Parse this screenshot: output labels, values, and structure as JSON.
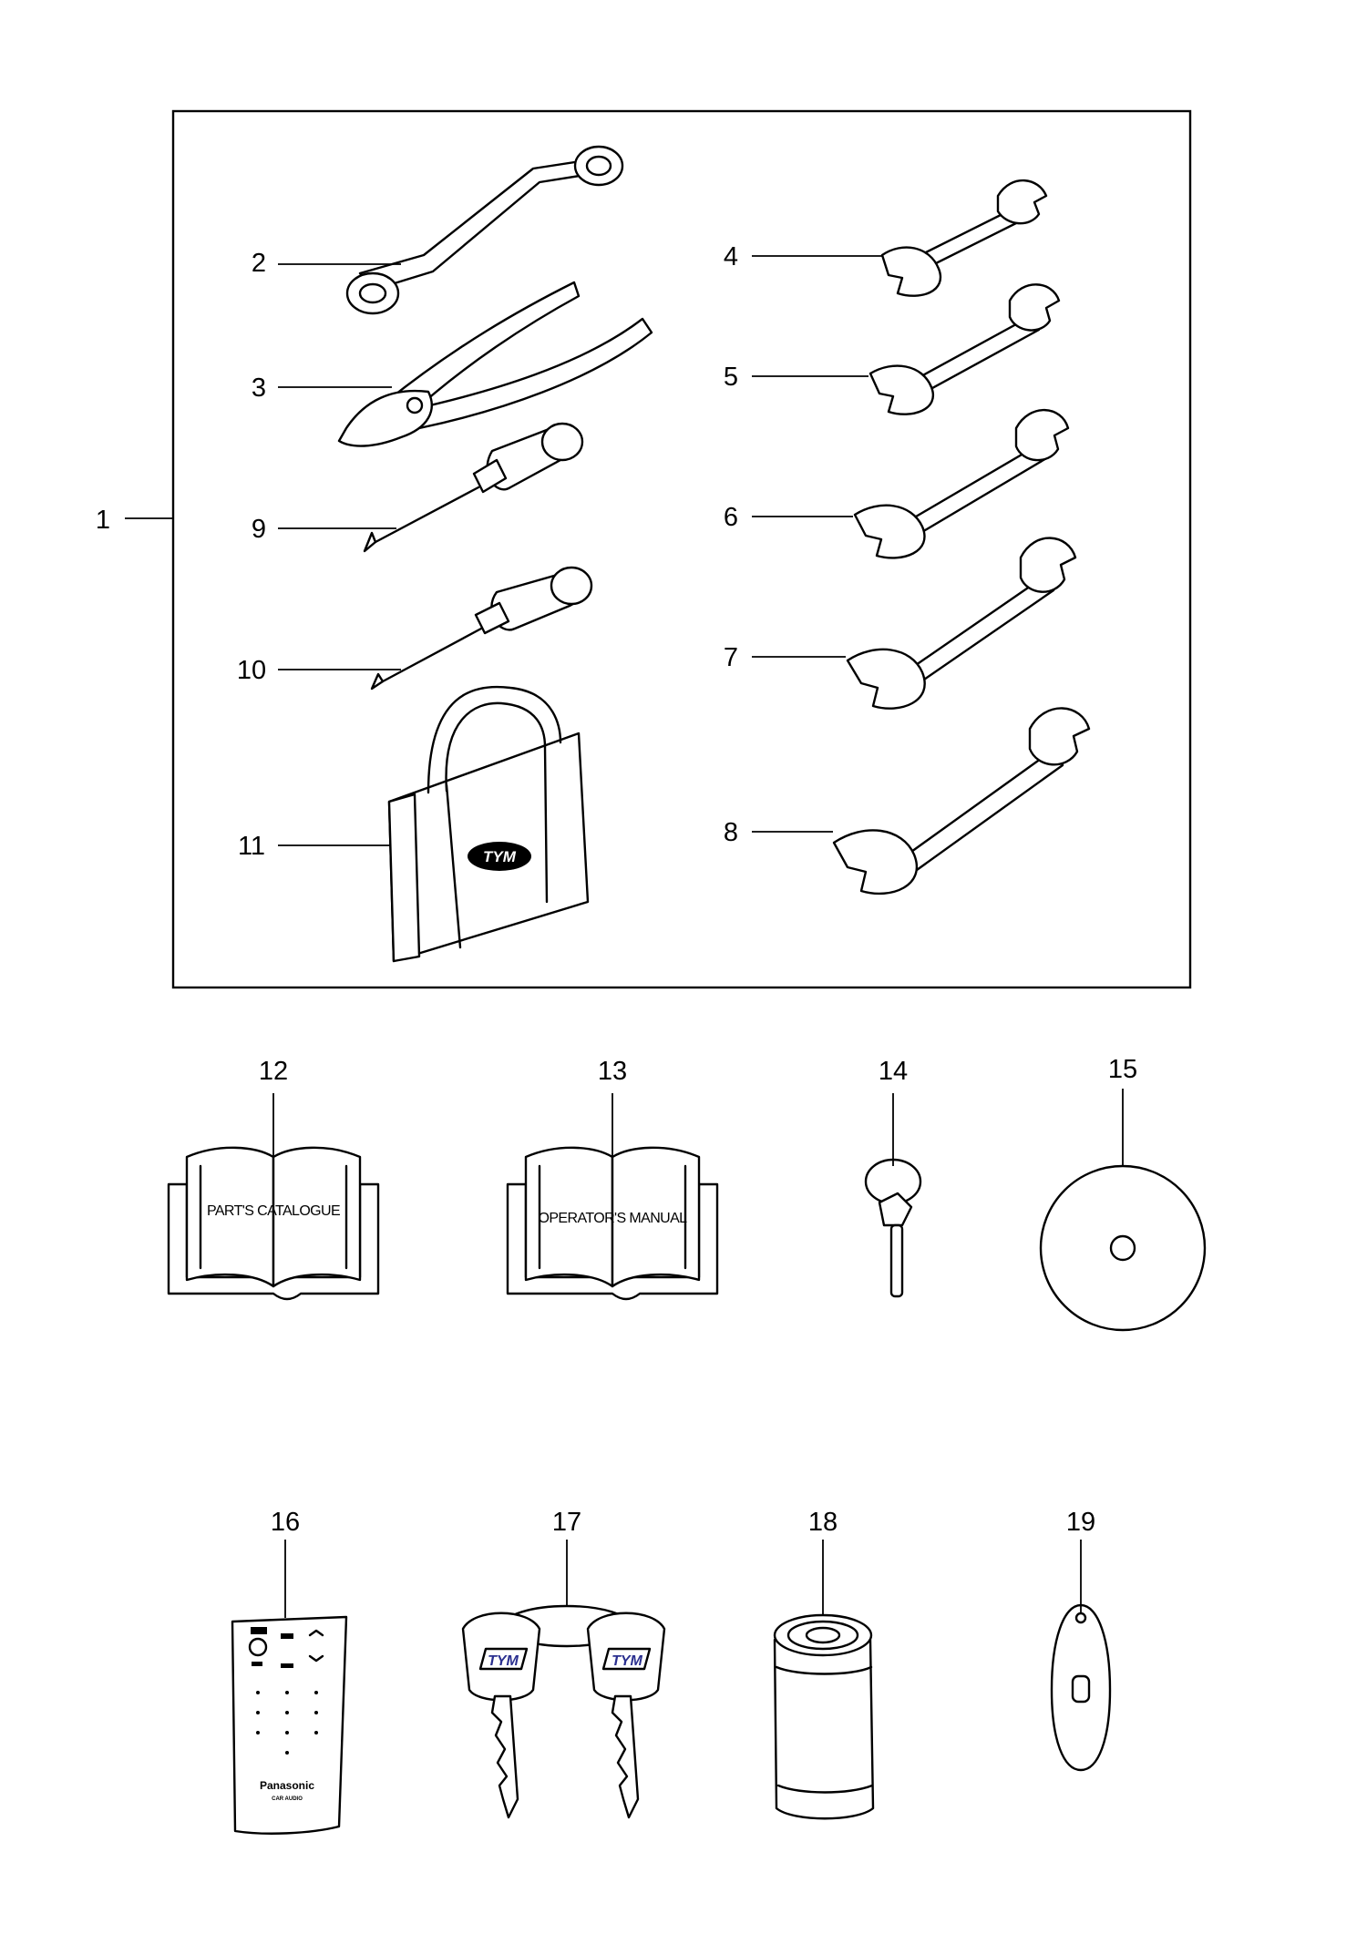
{
  "figure": {
    "callouts": {
      "c1": "1",
      "c2": "2",
      "c3": "3",
      "c4": "4",
      "c5": "5",
      "c6": "6",
      "c7": "7",
      "c8": "8",
      "c9": "9",
      "c10": "10",
      "c11": "11",
      "c12": "12",
      "c13": "13",
      "c14": "14",
      "c15": "15",
      "c16": "16",
      "c17": "17",
      "c18": "18",
      "c19": "19"
    },
    "book_parts_label": "PART'S CATALOGUE",
    "book_operator_label": "OPERATOR'S MANUAL",
    "bag_logo": "TYM",
    "key_logo": "TYM",
    "remote_brand": "Panasonic",
    "remote_subbrand": "CAR AUDIO",
    "colors": {
      "ink": "#000000",
      "paper": "#ffffff",
      "key_logo": "#2a2f8f"
    }
  }
}
